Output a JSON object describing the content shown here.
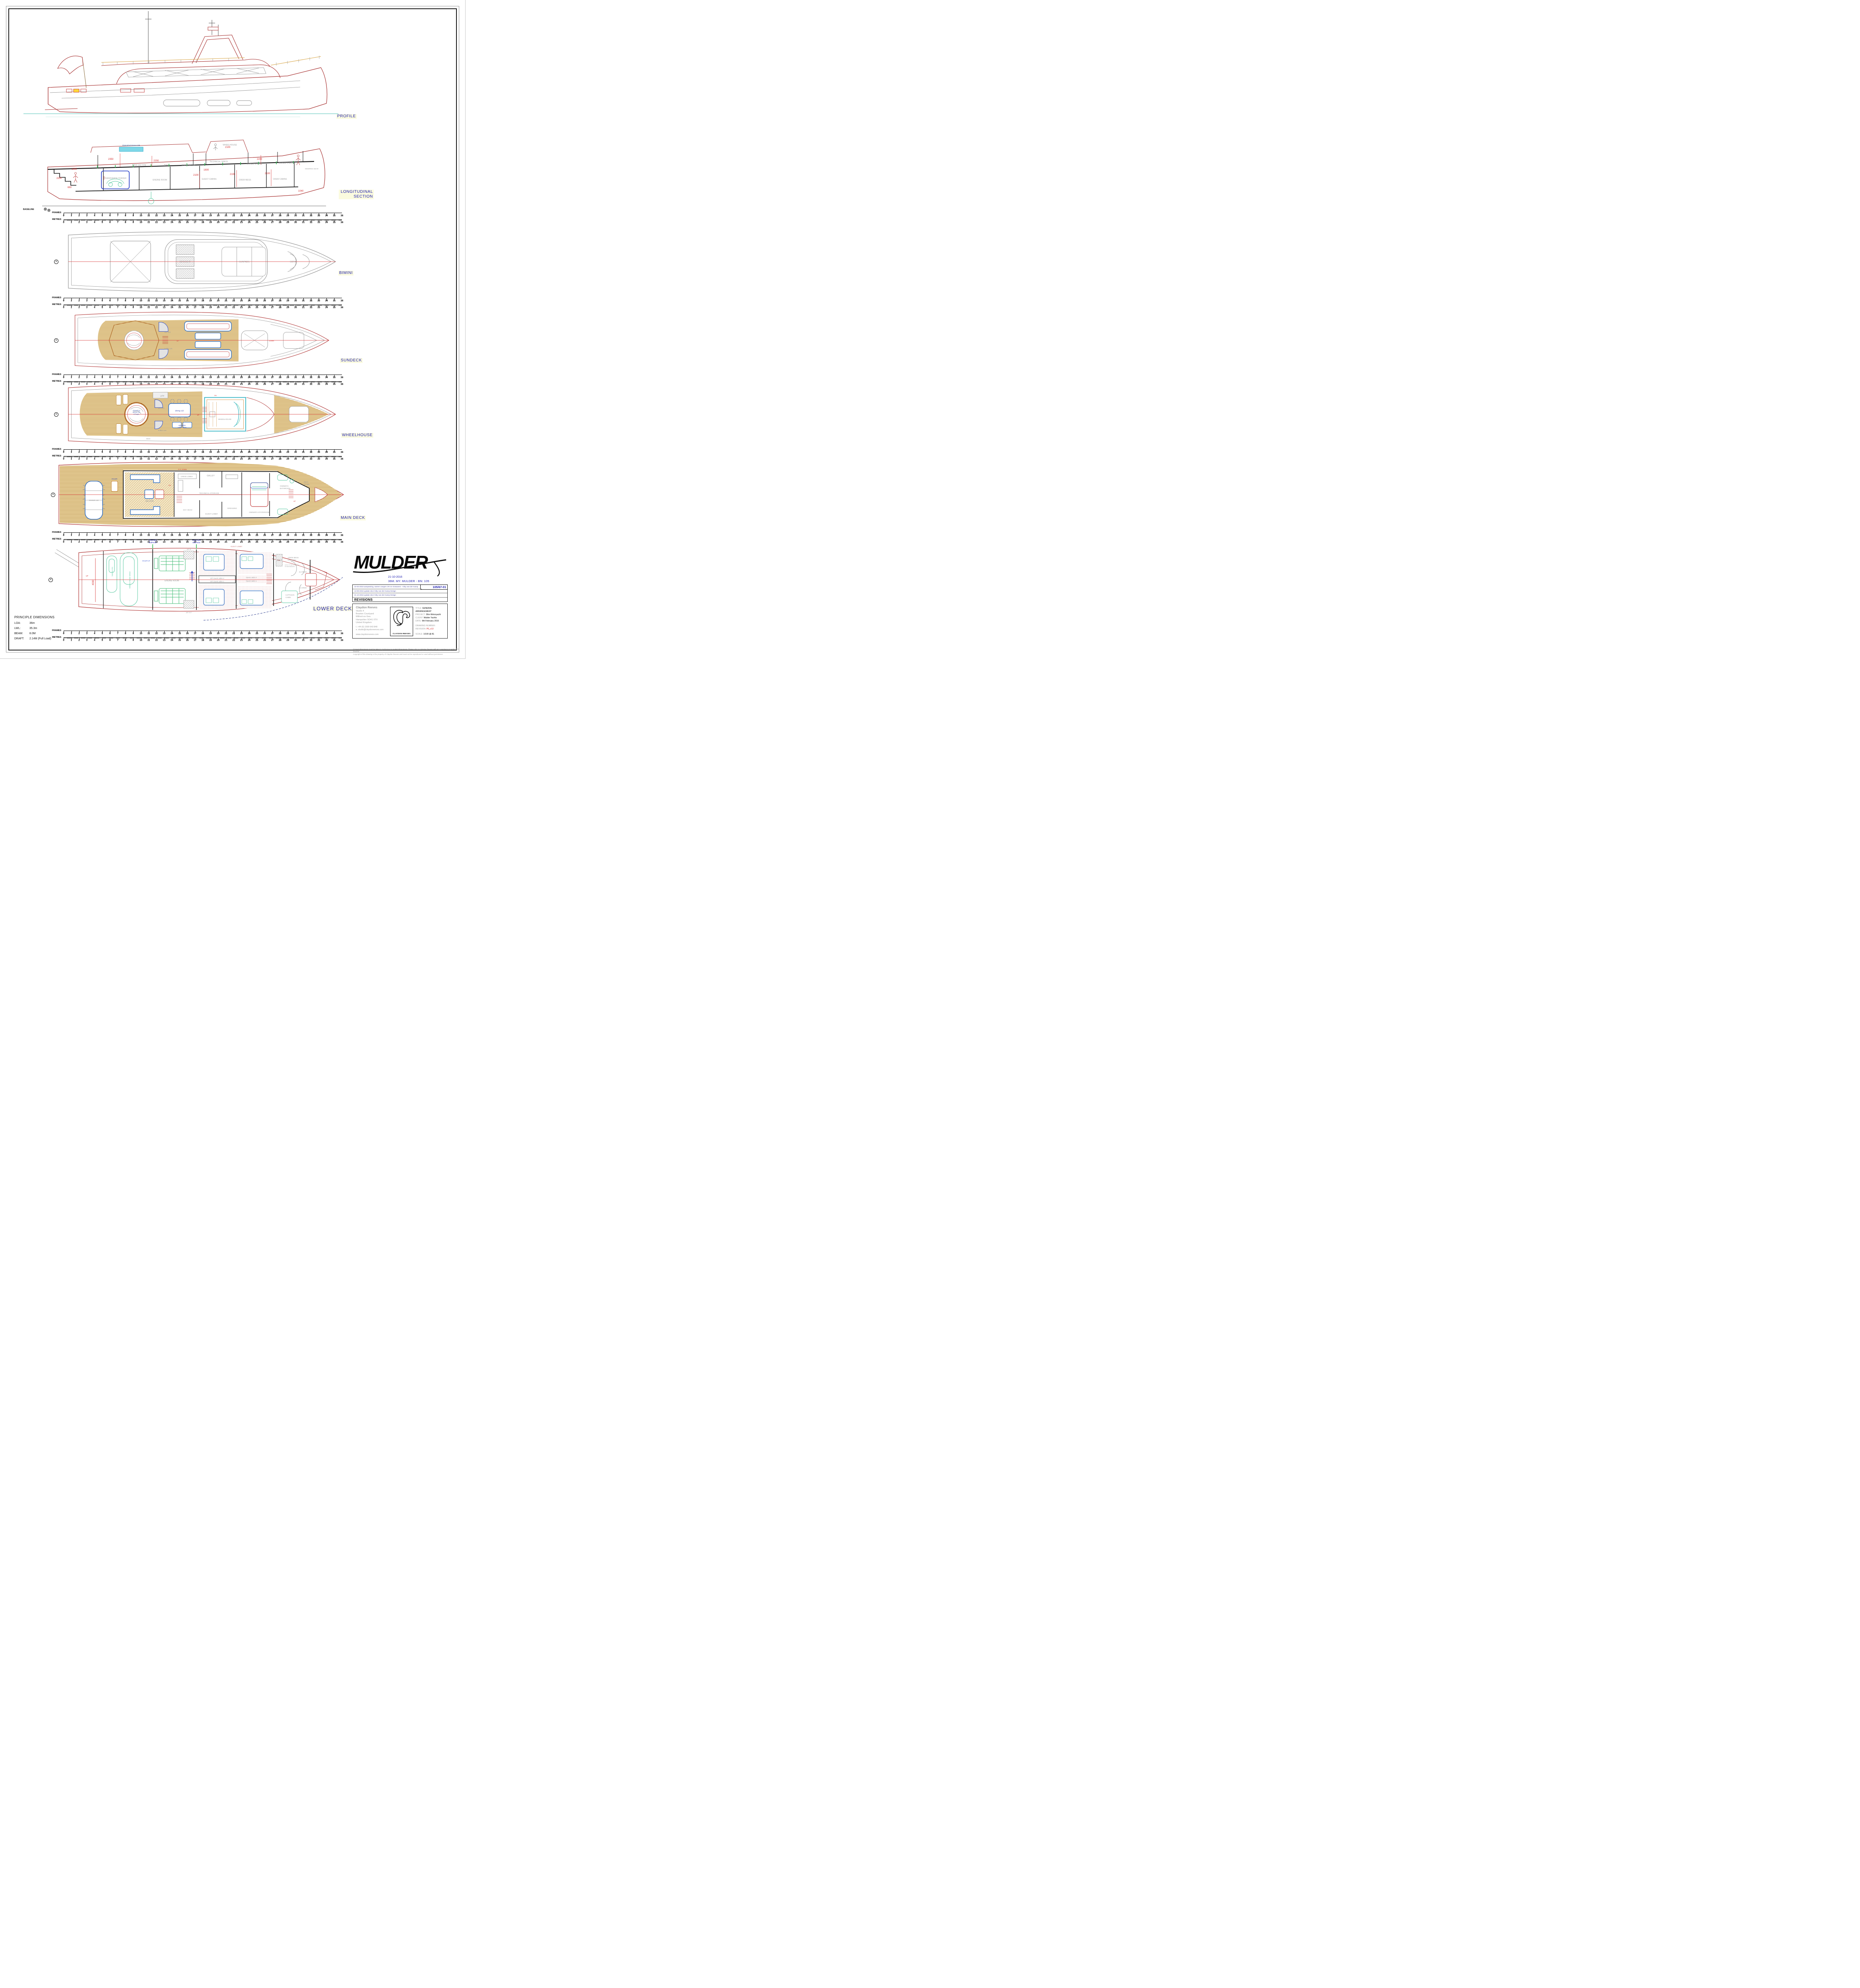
{
  "drawing": {
    "views": {
      "profile": {
        "label": "PROFILE"
      },
      "longitudinal_section": {
        "label_lines": [
          "LONGITUDINAL",
          "SECTION"
        ],
        "baseline_label": "BASELINE",
        "pool_label": "RivieraPool Roman 225",
        "rooms": {
          "main_saloon": "MAIN SALOON",
          "bar": "BAR",
          "dining_room": "DINING ROOM",
          "wheelhouse": "WHEELHOUSE",
          "technical_space": "TECHNICAL SPACE",
          "owners_suite": "OWNER'S SUITE",
          "owners_bath": "OWNER'S BATH",
          "mooring_gear": "MOORING GEAR",
          "transverse_tender": "TRANSVERSE TENDER",
          "engine_room": "ENGINE ROOM",
          "guest_cabins": "GUEST CABINS",
          "crew_mess": "CREW MESS",
          "crew_cabins": "CREW CABINS"
        },
        "dimensions": {
          "aft_deck": "2350",
          "main_saloon": "2200",
          "garage_opening": "1990",
          "transom": "2200",
          "platform": "660",
          "tender_height": "2000",
          "technical": "1600",
          "wheelhouse": "2100",
          "owners": "2200",
          "guest": "2100",
          "crew_mess": "2100",
          "crew_cabins": "2100",
          "bow": "1040"
        }
      },
      "bimini": {
        "label": "BIMINI",
        "areas": {
          "skylight": "SKYLIGHT",
          "sunpads": "SUNPADS",
          "sofa": "SOFA"
        }
      },
      "sundeck": {
        "label": "SUNDECK",
        "areas": {
          "bar_unit": "bar unit",
          "buffet_unit": "buffet unit",
          "up": "UP",
          "down": "DOWN"
        }
      },
      "wheelhouse": {
        "label": "WHEELHOUSE",
        "areas": {
          "pool_lines": [
            "RivieraPool",
            "Roman 225",
            "8 People"
          ],
          "grille": "grille",
          "bar_unit": "bar unit",
          "dining": "dining x10",
          "coffee_tables_lines": [
            "adjustable",
            "coffee tables"
          ],
          "buffet_unit": "buffet unit",
          "store": "store",
          "wheelhouse_room": "WHEELHOUSE",
          "up": "UP",
          "dn": "DN"
        }
      },
      "main_deck": {
        "label": "MAIN DECK",
        "areas": {
          "dining": "DINING x10",
          "escape": "ESCAPE",
          "saloon": "SALOON",
          "er_down": "E.R. DOWN",
          "crew_lobby": "CREW LOBBY",
          "galley": "GALLEY",
          "technical_storage": "TECHNICAL STORAGE",
          "day_head": "DAY HEAD",
          "guest_lobby": "GUEST LOBBY",
          "dressing": "DRESSING",
          "owners_stateroom": "OWNER'S STATEROOM",
          "owners_bathroom_lines": [
            "OWNER'S",
            "BATHROOM"
          ],
          "deck_store_lines": [
            "DECK",
            "STORE"
          ],
          "up": "UP",
          "dn": "DN"
        }
      },
      "lower_deck": {
        "label": "LOWER DECK",
        "areas": {
          "yamaha": "Yamaha VX1",
          "williams": "Williams Tender 625DJ",
          "escape_up": "ESCAPE UP",
          "engine_room": "ENGINE ROOM",
          "air_in": "AIR IN",
          "air_out": "AIR OUT",
          "watertight_lines": [
            "Watertight",
            "Bulkhead"
          ],
          "vip2": "VIP Guest cabin 2",
          "vip1": "VIP Guest cabin 1",
          "guest2": "Guest cabin 2",
          "guest1": "Guest cabin 1",
          "guest_lobby": "GUEST LOBBY",
          "crew_mess_lines": [
            "CREW MESS",
            "LAUNDRY"
          ],
          "hatch_note_lines": [
            "HATCH TO DRY & FROZEN",
            "STORES BENEATH"
          ],
          "captain_lines": [
            "CAPTAIN'S",
            "CABIN"
          ],
          "crew2x": "2x CREW",
          "up": "UP"
        },
        "dimensions": {
          "garage_length": "4030"
        }
      }
    },
    "scale_bar": {
      "frames_label": "FRAMES",
      "metres_label": "METRES",
      "min": 0,
      "max": 36
    },
    "principle_dimensions": {
      "title": "PRINCIPLE DIMENSIONS",
      "rows": [
        {
          "label": "LOA:",
          "value": "36m"
        },
        {
          "label": "LWL:",
          "value": "35.3m"
        },
        {
          "label": "BEAM:",
          "value": "8.0M"
        },
        {
          "label": "DRAFT:",
          "value": "2.14M (Full Load)"
        }
      ]
    },
    "title_block": {
      "logo": "MULDER",
      "date": "21-10-2016",
      "subtitle": "36M. MY. MULDER - BN: 105",
      "drawing_no": "105/67-01",
      "revisions": [
        "22-03-2016 aanpassing, samen voegen CR en Oossanen - Kitty van der Kamp Design",
        "13-09-2016 update door Kitty van der Kamp Design",
        "21-10-2016 update door Kitty van der Kamp Design"
      ],
      "revisions_label": "REVISIONS",
      "studio": {
        "name": "Claydon Reeves",
        "address_lines": [
          "Studio 4",
          "Braxton Courtyard",
          "Milford-on-Sea",
          "Hampshire SO41 0TX",
          "United Kingdom"
        ],
        "phone": "t. +44 (0) 1590 643 848",
        "email": "e. studio@claydonreeves.com",
        "website": "www.claydonreeves.com",
        "logo_text": "CLAYDON REEVES"
      },
      "fields": {
        "title_label": "TITLE:",
        "title": "GENERAL ARRANGEMENT",
        "project_label": "PROJECT:",
        "project": "36m Motoryacht",
        "client_label": "CLIENT:",
        "client": "Mulder Yachts",
        "date_label": "DATE:",
        "date": "9th February 2016",
        "drawing_number_label": "DRAWING NUMBER:",
        "revision_label": "REVISION:",
        "revision": "P0_v13",
        "scale_label": "SCALE:",
        "scale": "1/100 @ A1"
      },
      "disclaimer_lines": [
        "Figured dimensions must be taken in preference to scaled dimensions.  Please refer to Claydon Reeves with any questions regarding this drawing.",
        "Copyright of this drawing is the property of Claydon Reeves and must not be reproduced or used without permission."
      ]
    }
  }
}
